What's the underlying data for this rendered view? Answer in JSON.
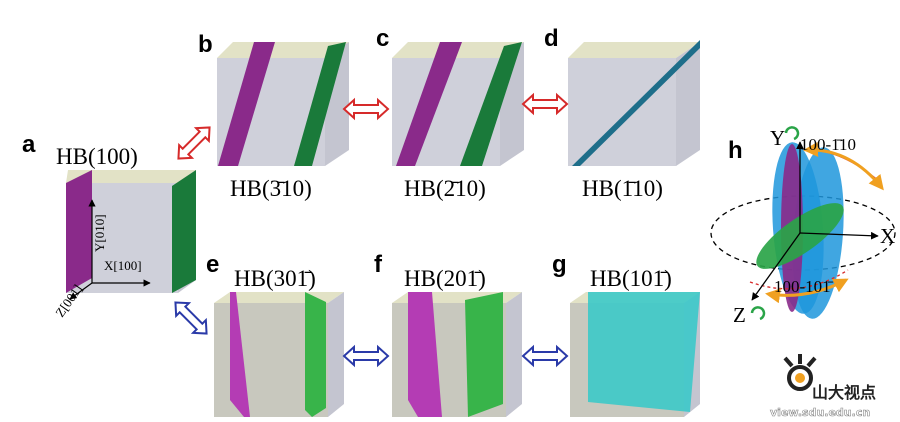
{
  "panels": {
    "a": {
      "letter": "a",
      "label": "HB(100)"
    },
    "b": {
      "letter": "b",
      "label": "HB(3̄10)"
    },
    "c": {
      "letter": "c",
      "label": "HB(2̄10)"
    },
    "d": {
      "letter": "d",
      "label": "HB(1̄10)"
    },
    "e": {
      "letter": "e",
      "label": "HB(301̄)"
    },
    "f": {
      "letter": "f",
      "label": "HB(201̄)"
    },
    "g": {
      "letter": "g",
      "label": "HB(101̄)"
    },
    "h": {
      "letter": "h"
    }
  },
  "axes_a": {
    "y": "Y[010]",
    "x": "X[100]",
    "z": "Z[001]"
  },
  "axes_h": {
    "y": "Y",
    "x": "X",
    "z": "Z",
    "rot_top": "100-1̄10",
    "rot_bottom": "100-101̄"
  },
  "watermark": {
    "brand": "山大视点",
    "url": "view.sdu.edu.cn"
  },
  "colors": {
    "purple": "#8a2a8a",
    "green": "#1a7a3a",
    "teal": "#1e6e8a",
    "magenta": "#b43cb4",
    "bright_green": "#38b44a",
    "cyan": "#38c8c8",
    "red_arrow": "#d62a2a",
    "blue_arrow": "#2a3aa8",
    "ellipse_blue": "#1e96dc",
    "orange_arrow": "#f0a020"
  }
}
